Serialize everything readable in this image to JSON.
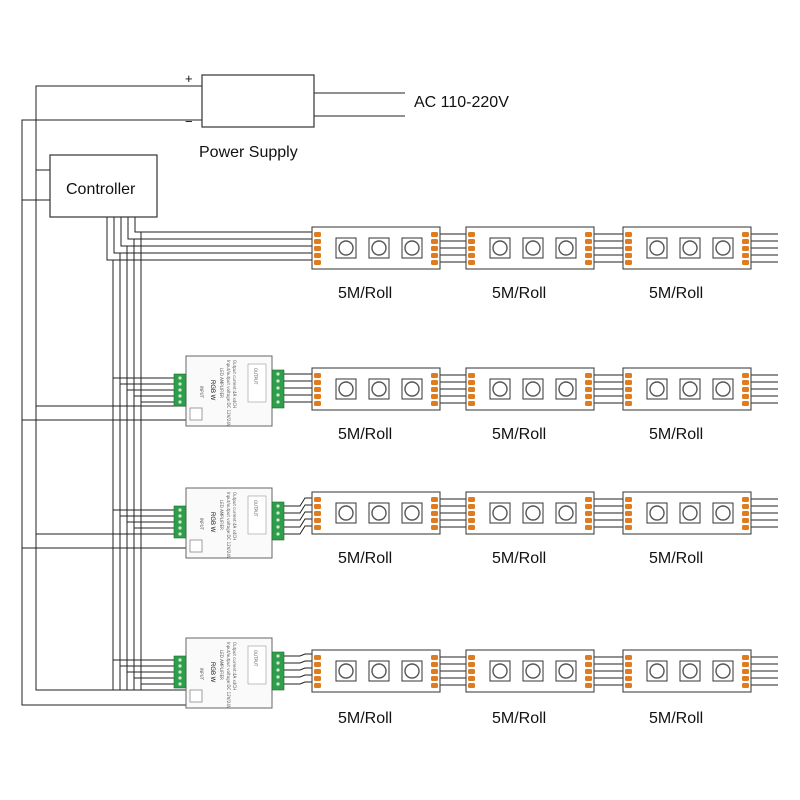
{
  "power_supply": {
    "label": "Power Supply",
    "plus": "+",
    "minus": "−",
    "input_label": "AC 110-220V"
  },
  "controller": {
    "label": "Controller"
  },
  "amplifier": {
    "title": "RGB W",
    "subtitle": "LED AMPLIFIER",
    "spec": "Input/output voltage:DC 12V/24V",
    "spec2": "Output current:4A x4CH",
    "input": "INPUT",
    "output": "OUTPUT"
  },
  "strip": {
    "roll_label": "5M/Roll"
  },
  "colors": {
    "wire": "#222222",
    "pad": "#e07b1e",
    "led": "#555555",
    "terminal": "#2e9e4a",
    "box_stroke": "#444444"
  }
}
